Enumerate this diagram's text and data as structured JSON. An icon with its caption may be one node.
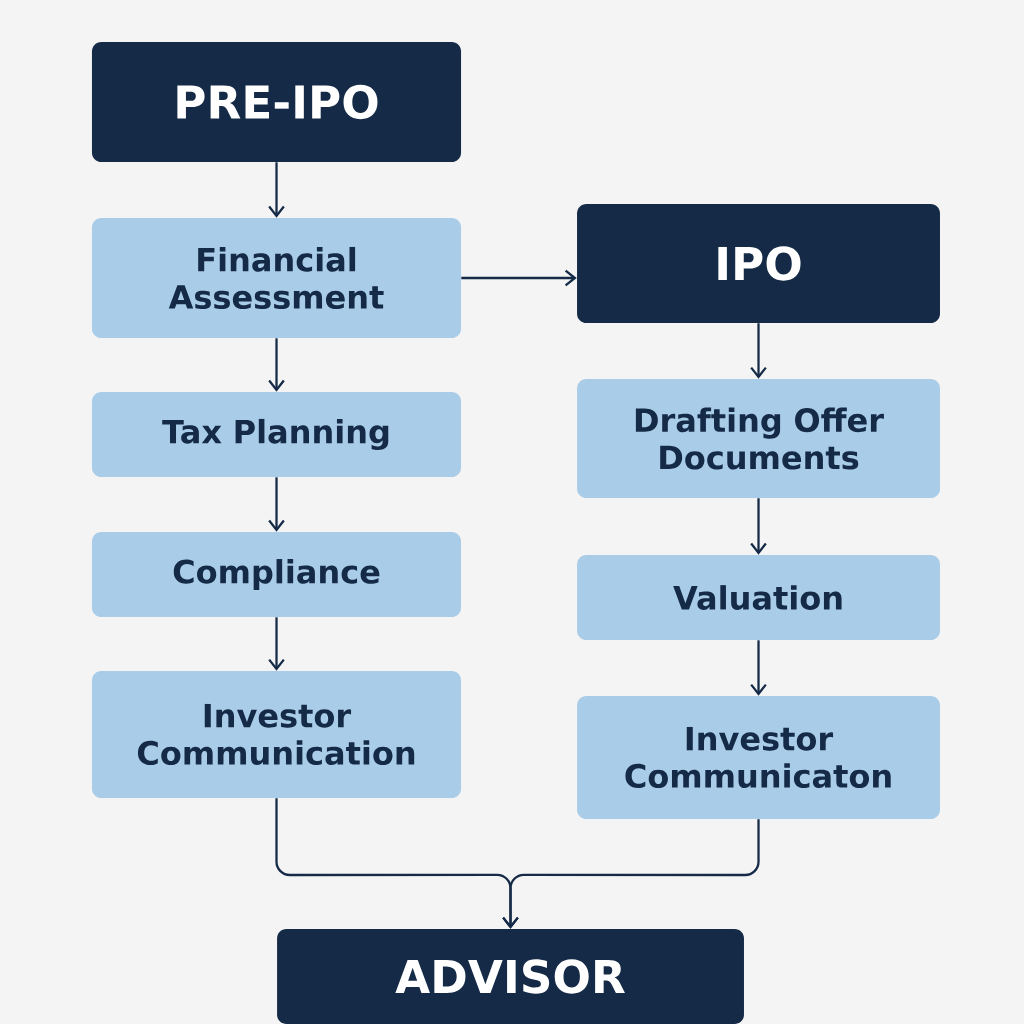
{
  "diagram": {
    "nodes": [
      {
        "text": [
          "PRE-IPO"
        ]
      },
      {
        "text": [
          "Financial Assessment"
        ]
      },
      {
        "text": [
          "Tax Planning"
        ]
      },
      {
        "text": [
          "Compliance"
        ]
      },
      {
        "text": [
          "Investor Communication"
        ]
      },
      {
        "text": [
          "IPO"
        ]
      },
      {
        "text": [
          "Drafting Offer Documents"
        ]
      },
      {
        "text": [
          "Valuation"
        ]
      },
      {
        "text": [
          "Investor Communicaton"
        ]
      },
      {
        "text": [
          "ADVISOR"
        ]
      }
    ],
    "edges": [
      {
        "from": 0,
        "to": 1,
        "arrow": "to"
      },
      {
        "from": 1,
        "to": 2,
        "arrow": "to"
      },
      {
        "from": 2,
        "to": 3,
        "arrow": "to"
      },
      {
        "from": 3,
        "to": 4,
        "arrow": "to"
      },
      {
        "from": 1,
        "to": 5,
        "arrow": "to"
      },
      {
        "from": 5,
        "to": 6,
        "arrow": "to"
      },
      {
        "from": 6,
        "to": 7,
        "arrow": "to"
      },
      {
        "from": 7,
        "to": 8,
        "arrow": "to"
      },
      {
        "from": 4,
        "to": 9,
        "arrow": "to"
      },
      {
        "from": 8,
        "to": 9,
        "arrow": "to"
      }
    ]
  }
}
